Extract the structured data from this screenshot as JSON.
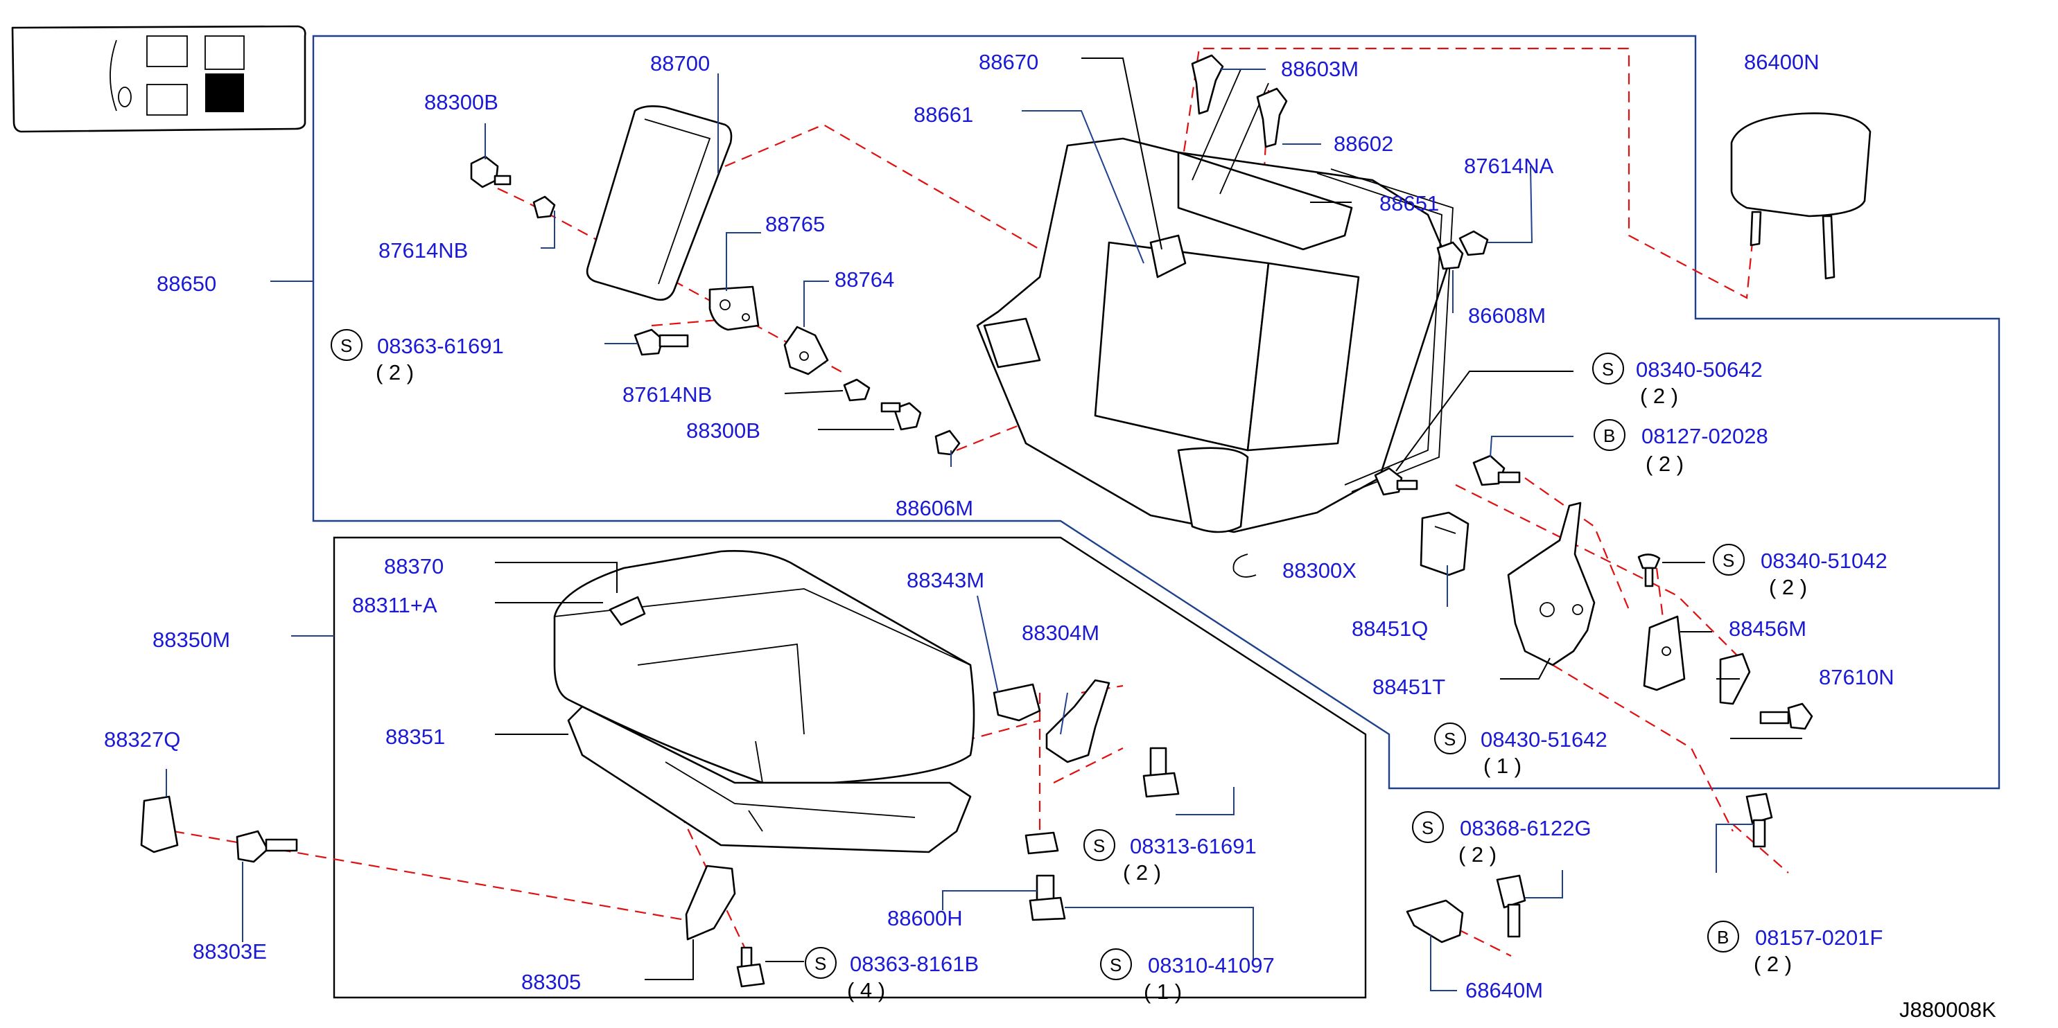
{
  "drawing": {
    "id": "J880008K",
    "labels": {
      "p88700": "88700",
      "p88300B_top": "88300B",
      "p87614NB_top": "87614NB",
      "p88650": "88650",
      "p88765": "88765",
      "p88764": "88764",
      "s08363_61691": "08363-61691",
      "s08363_61691_qty": "( 2 )",
      "p87614NB_bot": "87614NB",
      "p88300B_bot": "88300B",
      "p88606M": "88606M",
      "p88670": "88670",
      "p88661": "88661",
      "p88603M": "88603M",
      "p88602": "88602",
      "p87614NA": "87614NA",
      "p88651": "88651",
      "p86608M": "86608M",
      "p86400N": "86400N",
      "s08340_50642": "08340-50642",
      "s08340_50642_qty": "( 2 )",
      "b08127_02028": "08127-02028",
      "b08127_02028_qty": "( 2 )",
      "p88300X": "88300X",
      "p88451Q": "88451Q",
      "s08340_51042": "08340-51042",
      "s08340_51042_qty": "( 2 )",
      "p88456M": "88456M",
      "p88451T": "88451T",
      "p87610N": "87610N",
      "s08430_51642": "08430-51642",
      "s08430_51642_qty": "( 1 )",
      "s08368_6122G": "08368-6122G",
      "s08368_6122G_qty": "( 2 )",
      "b08157_0201F": "08157-0201F",
      "b08157_0201F_qty": "( 2 )",
      "p68640M": "68640M",
      "p88370": "88370",
      "p88311A": "88311+A",
      "p88350M": "88350M",
      "p88343M": "88343M",
      "p88304M": "88304M",
      "p88351": "88351",
      "p88327Q": "88327Q",
      "p88303E": "88303E",
      "s08313_61691": "08313-61691",
      "s08313_61691_qty": "( 2 )",
      "p88600H": "88600H",
      "s08310_41097": "08310-41097",
      "s08310_41097_qty": "( 1 )",
      "p88305": "88305",
      "s08363_8161B": "08363-8161B",
      "s08363_8161B_qty": "( 4 )"
    },
    "symbols": {
      "screw": "S",
      "bolt": "B"
    },
    "colors": {
      "label": "#1a1ad6",
      "leader": "#1f3f8f",
      "dash": "#e01010",
      "line": "#000000"
    }
  }
}
